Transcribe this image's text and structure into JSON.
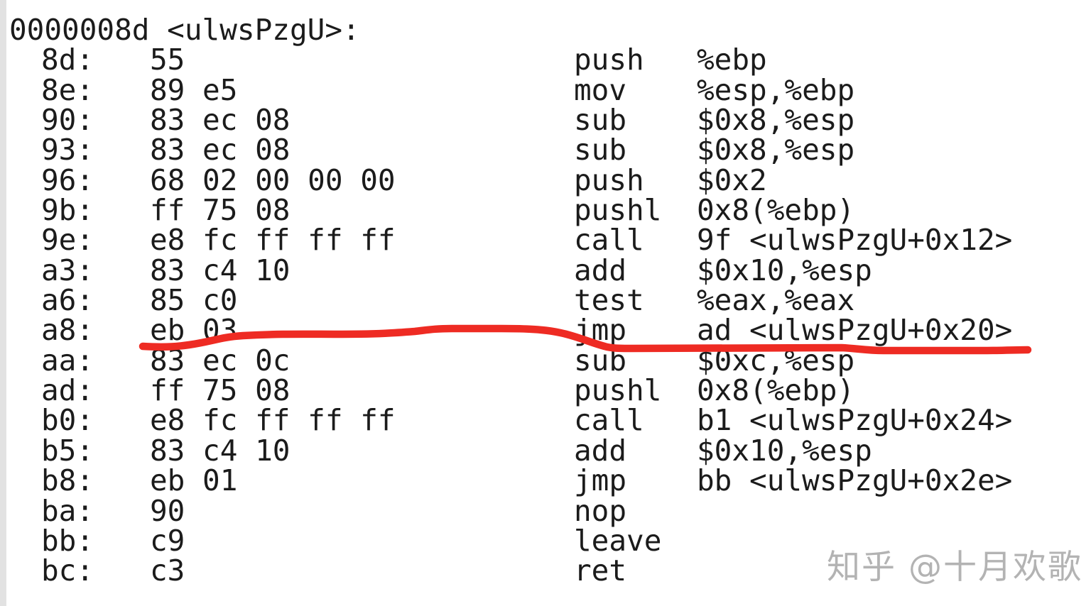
{
  "listing": {
    "header": "0000008d <ulwsPzgU>:",
    "function_address": "0000008d",
    "function_name": "ulwsPzgU",
    "instructions": [
      {
        "addr": "8d:",
        "bytes": "55",
        "mnemonic": "push",
        "operands": "%ebp"
      },
      {
        "addr": "8e:",
        "bytes": "89 e5",
        "mnemonic": "mov",
        "operands": "%esp,%ebp"
      },
      {
        "addr": "90:",
        "bytes": "83 ec 08",
        "mnemonic": "sub",
        "operands": "$0x8,%esp"
      },
      {
        "addr": "93:",
        "bytes": "83 ec 08",
        "mnemonic": "sub",
        "operands": "$0x8,%esp"
      },
      {
        "addr": "96:",
        "bytes": "68 02 00 00 00",
        "mnemonic": "push",
        "operands": "$0x2"
      },
      {
        "addr": "9b:",
        "bytes": "ff 75 08",
        "mnemonic": "pushl",
        "operands": "0x8(%ebp)"
      },
      {
        "addr": "9e:",
        "bytes": "e8 fc ff ff ff",
        "mnemonic": "call",
        "operands": "9f <ulwsPzgU+0x12>"
      },
      {
        "addr": "a3:",
        "bytes": "83 c4 10",
        "mnemonic": "add",
        "operands": "$0x10,%esp"
      },
      {
        "addr": "a6:",
        "bytes": "85 c0",
        "mnemonic": "test",
        "operands": "%eax,%eax"
      },
      {
        "addr": "a8:",
        "bytes": "eb 03",
        "mnemonic": "jmp",
        "operands": "ad <ulwsPzgU+0x20>"
      },
      {
        "addr": "aa:",
        "bytes": "83 ec 0c",
        "mnemonic": "sub",
        "operands": "$0xc,%esp"
      },
      {
        "addr": "ad:",
        "bytes": "ff 75 08",
        "mnemonic": "pushl",
        "operands": "0x8(%ebp)"
      },
      {
        "addr": "b0:",
        "bytes": "e8 fc ff ff ff",
        "mnemonic": "call",
        "operands": "b1 <ulwsPzgU+0x24>"
      },
      {
        "addr": "b5:",
        "bytes": "83 c4 10",
        "mnemonic": "add",
        "operands": "$0x10,%esp"
      },
      {
        "addr": "b8:",
        "bytes": "eb 01",
        "mnemonic": "jmp",
        "operands": "bb <ulwsPzgU+0x2e>"
      },
      {
        "addr": "ba:",
        "bytes": "90",
        "mnemonic": "nop",
        "operands": ""
      },
      {
        "addr": "bb:",
        "bytes": "c9",
        "mnemonic": "leave",
        "operands": ""
      },
      {
        "addr": "bc:",
        "bytes": "c3",
        "mnemonic": "ret",
        "operands": ""
      }
    ]
  },
  "annotation": {
    "type": "hand-drawn-red-underline",
    "marked_row_addr": "a8:",
    "marked_instruction": "jmp ad <ulwsPzgU+0x20>",
    "color": "#ee2b23"
  },
  "watermark": {
    "text": "知乎 @十月欢歌",
    "color": "#b3b3b3"
  },
  "colors": {
    "background": "#ffffff",
    "text": "#1b1b1b",
    "left_edge_strip": "#e2e2e2",
    "red_line": "#ee2b23"
  }
}
